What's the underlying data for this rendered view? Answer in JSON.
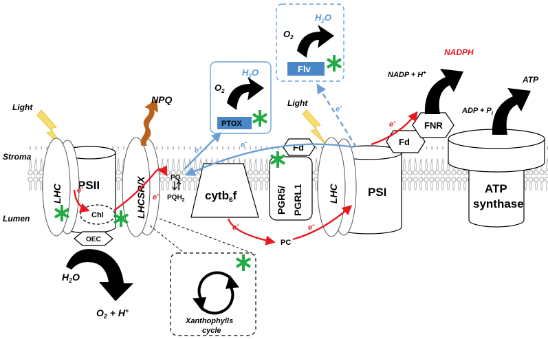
{
  "colors": {
    "electron_path": "#e8191e",
    "alt_electron_path": "#6aa0d4",
    "enzyme_box": "#4a87c7",
    "asterisk": "#22aa44",
    "npq_arrow": "#b8621b",
    "light_bolt": "#f7dc6f",
    "nadph_text": "#e8191e",
    "water_text": "#5b9bd5"
  },
  "icons": [
    "lightning-icon",
    "asterisk-icon",
    "curved-arrow-icon",
    "cycle-icon",
    "wavy-arrow-icon"
  ],
  "membrane": {
    "stroma": "Stroma",
    "lumen": "Lumen"
  },
  "light": [
    "Light",
    "Light"
  ],
  "psii": {
    "label": "PSII",
    "lhc": "LHC",
    "chl": "Chl",
    "oec": "OEC",
    "water": "H",
    "water_sub": "2",
    "water_tail": "O",
    "products": "O",
    "products_sub": "2",
    "products_tail": " + H",
    "products_sup": "+"
  },
  "lhcsr": {
    "label": "LHCSR/X",
    "npq": "NPQ"
  },
  "pq": {
    "pq": "PQ",
    "pqh": "PQH",
    "pqh_sub": "2"
  },
  "cytb6f": {
    "pre": "cytb",
    "sub": "6",
    "post": "f"
  },
  "pgr": {
    "line1": "PGR5/",
    "line2": "PGRL1"
  },
  "fd": [
    "Fd",
    "Fd"
  ],
  "psi": {
    "label": "PSI",
    "lhc": "LHC"
  },
  "pc": "PC",
  "ptox": {
    "label": "PTOX",
    "o2": "O",
    "o2_sub": "2",
    "h2o": "H",
    "h2o_sub": "2",
    "h2o_tail": "O"
  },
  "flv": {
    "label": "Flv",
    "o2": "O",
    "o2_sub": "2",
    "h2o": "H",
    "h2o_sub": "2",
    "h2o_tail": "O"
  },
  "fnr": {
    "label": "FNR",
    "substrate": "NADP + H",
    "substrate_sup": "+",
    "product": "NADPH"
  },
  "atp": {
    "line1": "ATP",
    "line2": "synthase",
    "substrate": "ADP + P",
    "substrate_sub": "i",
    "product": "ATP"
  },
  "xanth": {
    "line1": "Xanthophylls",
    "line2": "cycle"
  },
  "electron": {
    "e": "e",
    "sup": "-"
  }
}
